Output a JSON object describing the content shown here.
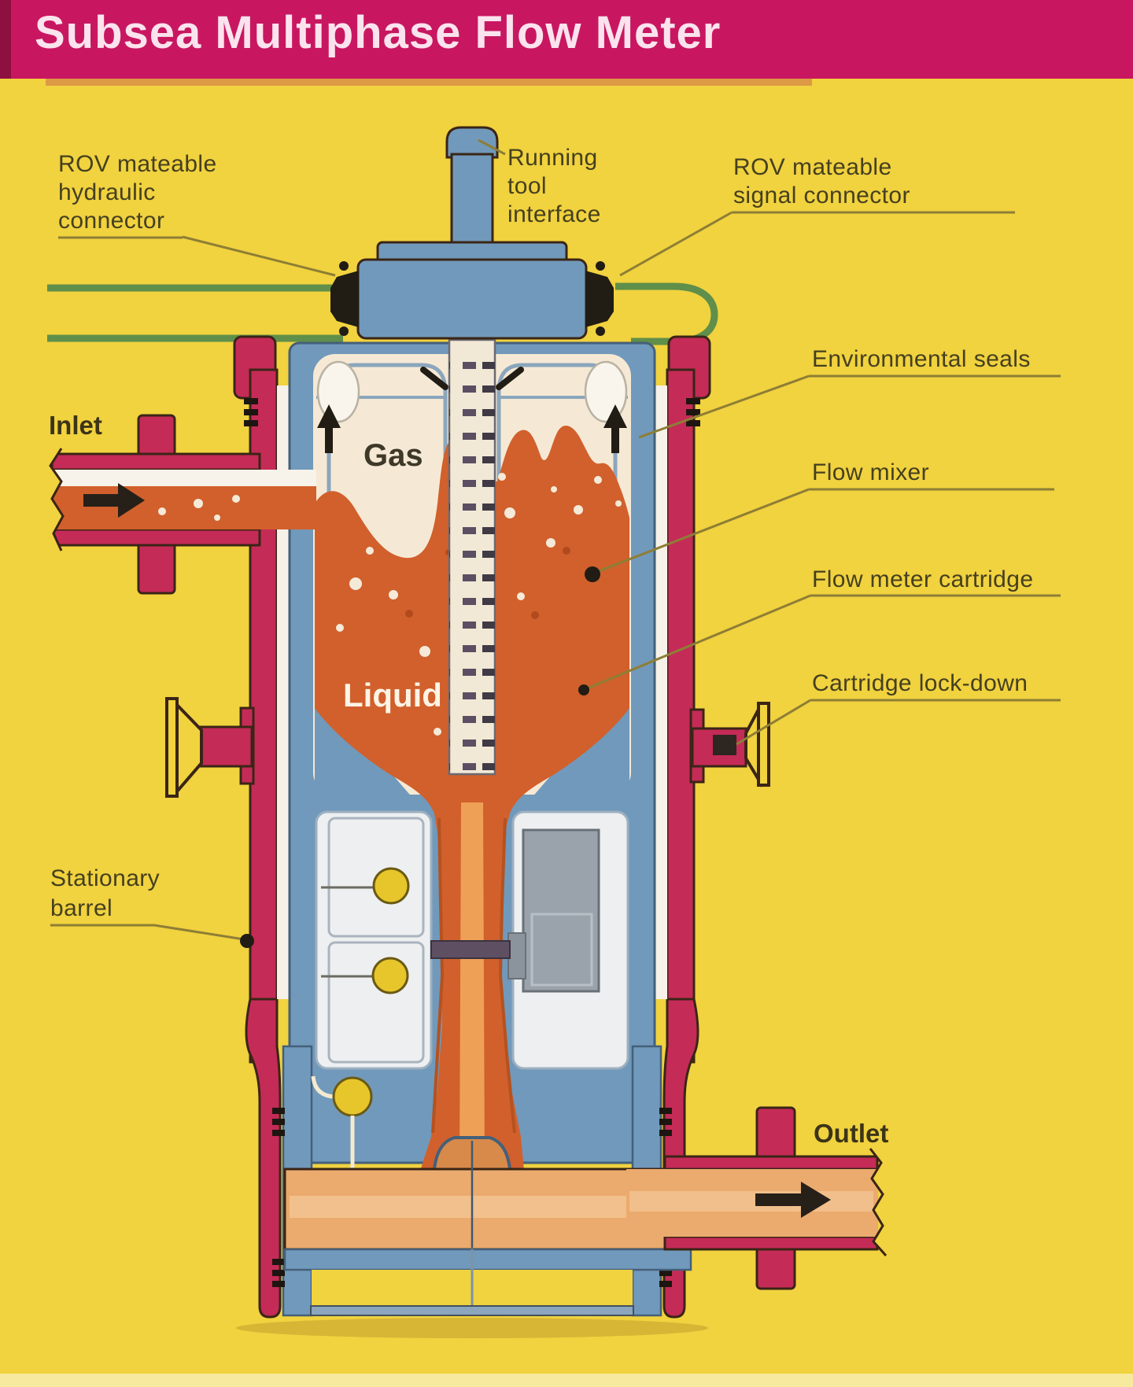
{
  "header": {
    "title": "Subsea Multiphase Flow Meter"
  },
  "labels": {
    "rov_hydraulic": [
      "ROV mateable",
      "hydraulic",
      "connector"
    ],
    "running_tool": [
      "Running",
      "tool",
      "interface"
    ],
    "rov_signal": [
      "ROV mateable",
      "signal connector"
    ],
    "environmental_seals": "Environmental seals",
    "flow_mixer": "Flow mixer",
    "flow_meter_cartridge": "Flow meter cartridge",
    "cartridge_lockdown": "Cartridge lock-down",
    "stationary_barrel": [
      "Stationary",
      "barrel"
    ],
    "inlet": "Inlet",
    "outlet": "Outlet",
    "gas": "Gas",
    "liquid": "Liquid"
  },
  "colors": {
    "background_yellow": "#f1d23f",
    "header_magenta": "#c81760",
    "header_text": "#fbe3ee",
    "shell_crimson": "#c52b57",
    "liner_blue": "#7199bb",
    "interior_cream": "#f5e9d5",
    "liquid_orange": "#d1602c",
    "outlet_peach": "#ebaa6e",
    "hydraulic_green": "#5f8f4a",
    "label_text": "#45401f",
    "sensor_yellow": "#e7c62c"
  }
}
